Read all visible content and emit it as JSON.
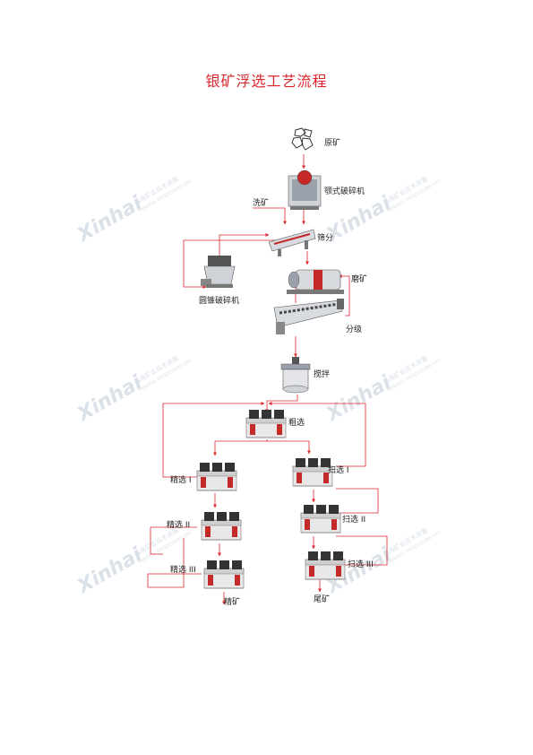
{
  "title": "银矿浮选工艺流程",
  "accent": "#d9272e",
  "labels": {
    "raw_ore": "原矿",
    "jaw_crusher": "颚式破碎机",
    "washing": "洗矿",
    "screening": "筛分",
    "cone_crusher": "圆锥破碎机",
    "grinding": "磨矿",
    "classifying": "分级",
    "stirring": "搅拌",
    "rough": "粗选",
    "clean1": "精选 I",
    "clean2": "精选 II",
    "clean3": "精选 III",
    "scav1": "扫选 I",
    "scav2": "扫选 II",
    "scav3": "扫选 III",
    "concentrate": "精矿",
    "tailings": "尾矿"
  },
  "watermark": {
    "brand": "Xinhai",
    "cn": "鑫海矿业技术装备",
    "en": "MINERAL PROCESSING EPC"
  },
  "icons": {
    "ore": "ore-rocks-icon",
    "jaw": "jaw-crusher-icon",
    "screen": "vibrating-screen-icon",
    "cone": "cone-crusher-icon",
    "mill": "ball-mill-icon",
    "classifier": "spiral-classifier-icon",
    "tank": "agitation-tank-icon",
    "flotation": "flotation-cell-icon"
  }
}
